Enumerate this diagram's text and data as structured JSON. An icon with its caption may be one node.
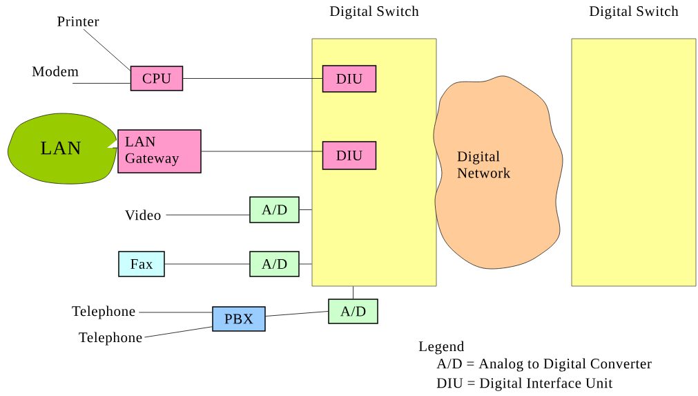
{
  "diagram": {
    "nodes": [
      {
        "text": [
          "Digital Switch"
        ]
      },
      {
        "text": [
          "DIU"
        ],
        "in": 0
      },
      {
        "text": [
          "DIU"
        ],
        "in": 0
      },
      {
        "text": [
          "Digital Switch"
        ]
      },
      {
        "text": [
          "Digital Network"
        ]
      },
      {
        "text": [
          "Printer"
        ]
      },
      {
        "text": [
          "Modem"
        ]
      },
      {
        "text": [
          "CPU"
        ]
      },
      {
        "text": [
          "LAN"
        ]
      },
      {
        "text": [
          "LAN Gateway"
        ]
      },
      {
        "text": [
          "Video"
        ]
      },
      {
        "text": [
          "A/D"
        ]
      },
      {
        "text": [
          "Fax"
        ]
      },
      {
        "text": [
          "A/D"
        ]
      },
      {
        "text": [
          "Telephone"
        ]
      },
      {
        "text": [
          "Telephone"
        ]
      },
      {
        "text": [
          "PBX"
        ]
      },
      {
        "text": [
          "A/D"
        ]
      }
    ],
    "edges": [
      {
        "from": 5,
        "to": 7,
        "arrow": "none"
      },
      {
        "from": 6,
        "to": 7,
        "arrow": "none"
      },
      {
        "from": 7,
        "to": 1,
        "arrow": "none"
      },
      {
        "from": 8,
        "to": 9,
        "arrow": "none"
      },
      {
        "from": 9,
        "to": 2,
        "arrow": "none"
      },
      {
        "from": 10,
        "to": 11,
        "arrow": "none"
      },
      {
        "from": 11,
        "to": 0,
        "arrow": "none"
      },
      {
        "from": 12,
        "to": 13,
        "arrow": "none"
      },
      {
        "from": 13,
        "to": 0,
        "arrow": "none"
      },
      {
        "from": 14,
        "to": 16,
        "arrow": "none"
      },
      {
        "from": 15,
        "to": 16,
        "arrow": "none"
      },
      {
        "from": 16,
        "to": 17,
        "arrow": "none"
      },
      {
        "from": 17,
        "to": 0,
        "arrow": "none"
      }
    ],
    "labels": [
      "Legend",
      "A/D = Analog to Digital Converter",
      "DIU = Digital Interface Unit"
    ]
  }
}
